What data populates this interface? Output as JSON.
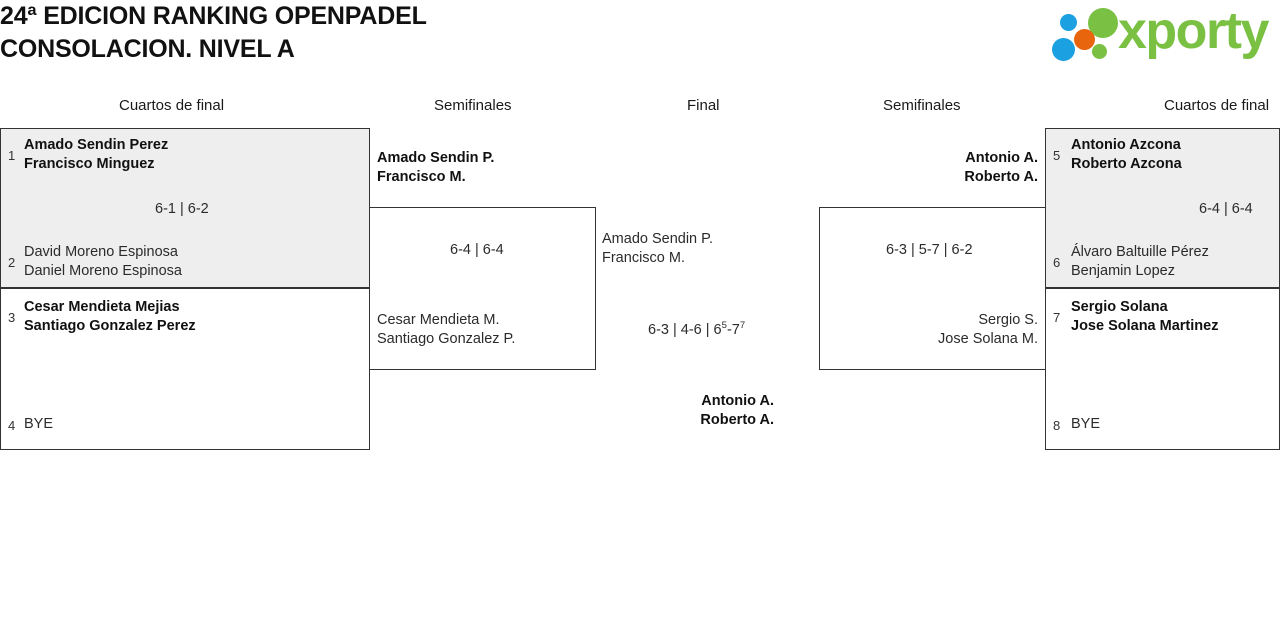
{
  "header": {
    "title": "24ª EDICION RANKING OPENPADEL\nCONSOLACION. NIVEL A",
    "logo_word": "xporty",
    "logo_colors": {
      "green": "#7ac143",
      "blue": "#1ba0e1",
      "orange": "#e8650d"
    }
  },
  "rounds": [
    {
      "label": "Cuartos de final"
    },
    {
      "label": "Semifinales"
    },
    {
      "label": "Final"
    },
    {
      "label": "Semifinales"
    },
    {
      "label": "Cuartos de final"
    }
  ],
  "matches": {
    "qf1": {
      "score": "6-1 | 6-2",
      "top": {
        "seed": "1",
        "p1": "Amado Sendin Perez",
        "p2": "Francisco Minguez",
        "winner": true
      },
      "bottom": {
        "seed": "2",
        "p1": "David Moreno Espinosa",
        "p2": "Daniel Moreno Espinosa",
        "winner": false
      }
    },
    "qf2": {
      "score": "",
      "top": {
        "seed": "3",
        "p1": "Cesar Mendieta Mejias",
        "p2": "Santiago Gonzalez Perez",
        "winner": true
      },
      "bottom": {
        "seed": "4",
        "p1": "BYE",
        "p2": "",
        "winner": false
      }
    },
    "sf_left": {
      "score": "6-4 | 6-4",
      "top": {
        "p1": "Amado Sendin P.",
        "p2": "Francisco M.",
        "winner": true
      },
      "bottom": {
        "p1": "Cesar Mendieta M.",
        "p2": "Santiago Gonzalez P.",
        "winner": false
      }
    },
    "final": {
      "score_html": "6-3 | 4-6 | 6<sup>5</sup>-7<sup>7</sup>",
      "score_text": "6-3 | 4-6 | 6(5)-7(7)",
      "top": {
        "p1": "Amado Sendin P.",
        "p2": "Francisco M.",
        "winner": false
      },
      "bottom": {
        "p1": "Antonio A.",
        "p2": "Roberto A.",
        "winner": true
      }
    },
    "sf_right": {
      "score": "6-3 | 5-7 | 6-2",
      "top": {
        "p1": "Antonio A.",
        "p2": "Roberto A.",
        "winner": true
      },
      "bottom": {
        "p1": "Sergio S.",
        "p2": "Jose Solana M.",
        "winner": false
      }
    },
    "qf3": {
      "score": "6-4 | 6-4",
      "top": {
        "seed": "5",
        "p1": "Antonio Azcona",
        "p2": "Roberto Azcona",
        "winner": true
      },
      "bottom": {
        "seed": "6",
        "p1": "Álvaro Baltuille Pérez",
        "p2": "Benjamin Lopez",
        "winner": false
      }
    },
    "qf4": {
      "score": "",
      "top": {
        "seed": "7",
        "p1": "Sergio Solana",
        "p2": "Jose Solana Martinez",
        "winner": true
      },
      "bottom": {
        "seed": "8",
        "p1": "BYE",
        "p2": "",
        "winner": false
      }
    }
  }
}
